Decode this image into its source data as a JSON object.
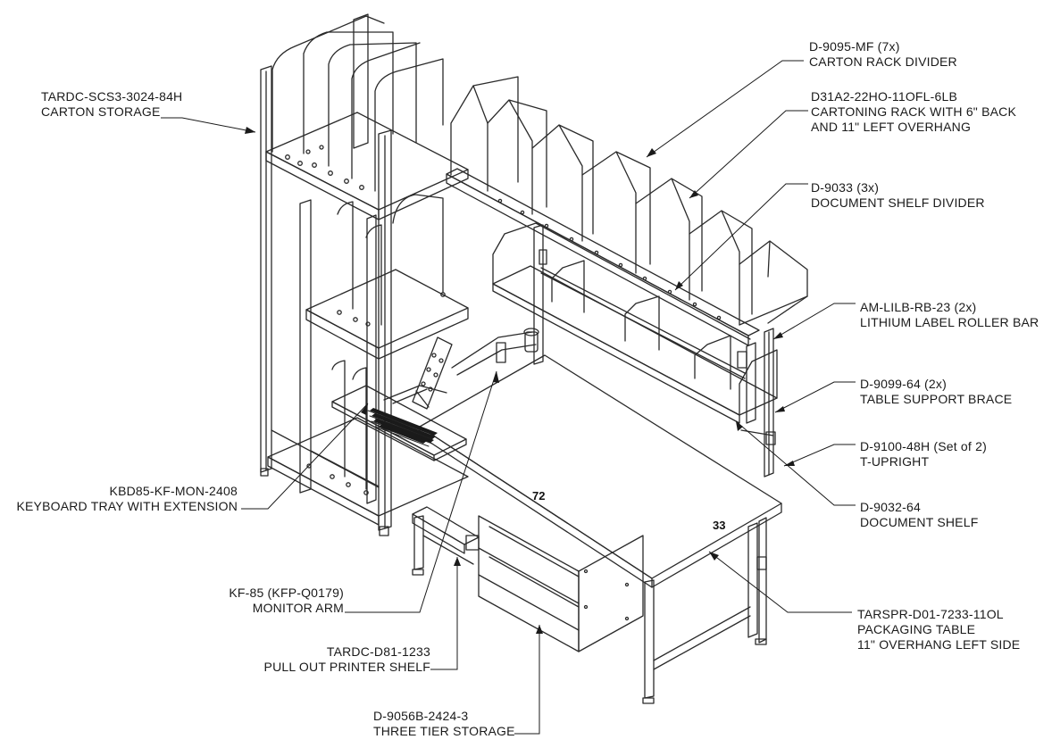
{
  "callouts": {
    "carton_storage": {
      "part": "TARDC-SCS3-3024-84H",
      "desc": "CARTON STORAGE"
    },
    "carton_rack_divider": {
      "part": "D-9095-MF (7x)",
      "desc": "CARTON RACK DIVIDER"
    },
    "cartoning_rack": {
      "part": "D31A2-22HO-11OFL-6LB",
      "desc1": "CARTONING RACK WITH 6\" BACK",
      "desc2": "AND 11\" LEFT OVERHANG"
    },
    "doc_shelf_divider": {
      "part": "D-9033 (3x)",
      "desc": "DOCUMENT SHELF DIVIDER"
    },
    "label_roller": {
      "part": "AM-LILB-RB-23 (2x)",
      "desc": "LITHIUM LABEL ROLLER BAR"
    },
    "table_brace": {
      "part": "D-9099-64 (2x)",
      "desc": "TABLE SUPPORT BRACE"
    },
    "t_upright": {
      "part": "D-9100-48H (Set of 2)",
      "desc": "T-UPRIGHT"
    },
    "doc_shelf": {
      "part": "D-9032-64",
      "desc": "DOCUMENT SHELF"
    },
    "packaging_table": {
      "part": "TARSPR-D01-7233-11OL",
      "desc1": "PACKAGING TABLE",
      "desc2": "11\" OVERHANG LEFT SIDE"
    },
    "keyboard_tray": {
      "part": "KBD85-KF-MON-2408",
      "desc": "KEYBOARD TRAY WITH EXTENSION"
    },
    "monitor_arm": {
      "part": "KF-85 (KFP-Q0179)",
      "desc": "MONITOR ARM"
    },
    "printer_shelf": {
      "part": "TARDC-D81-1233",
      "desc": "PULL OUT PRINTER SHELF"
    },
    "three_tier": {
      "part": "D-9056B-2424-3",
      "desc": "THREE TIER STORAGE"
    }
  },
  "dimensions": {
    "length": "72",
    "depth": "33"
  }
}
